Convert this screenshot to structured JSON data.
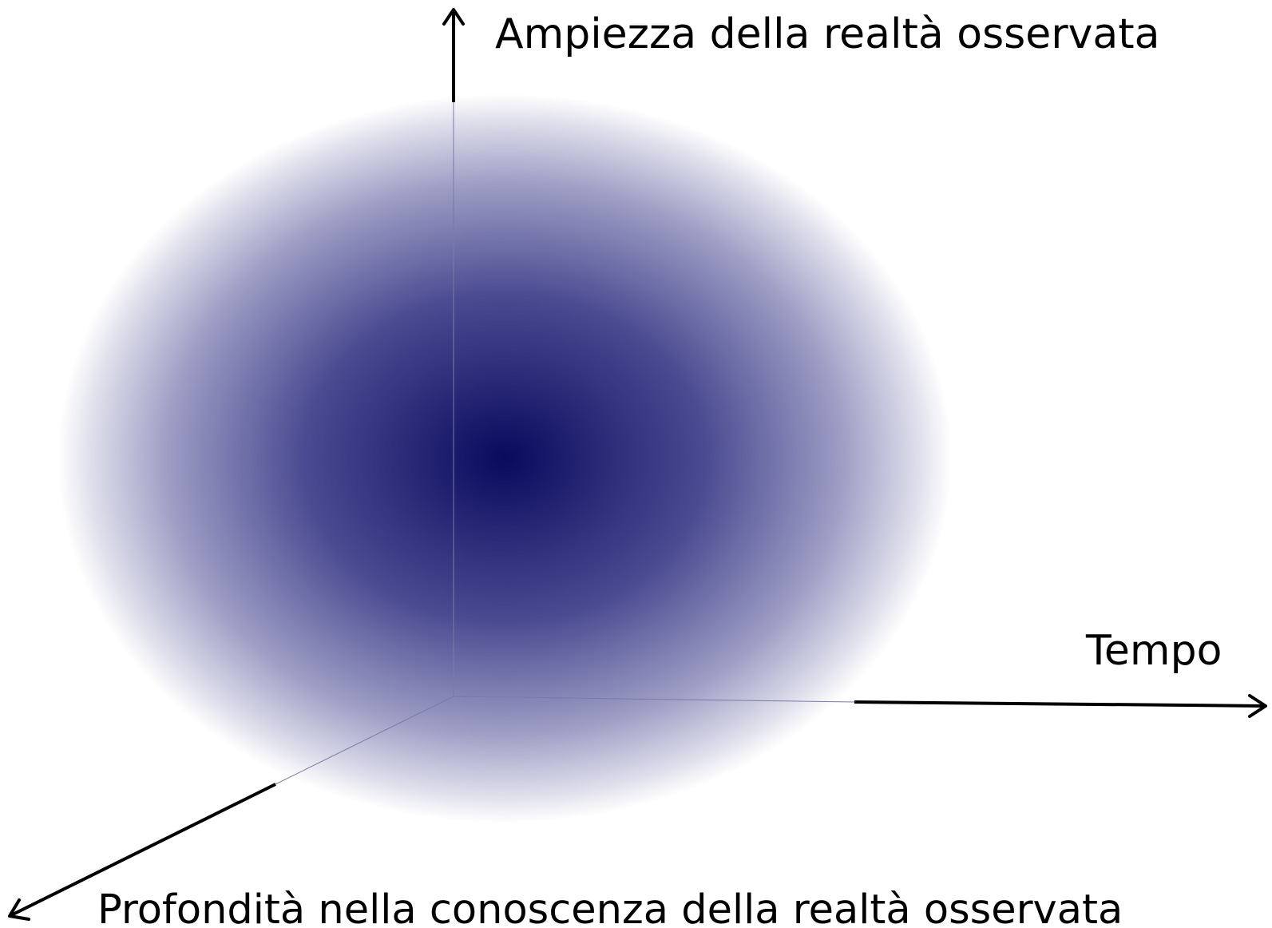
{
  "diagram": {
    "labels": {
      "vertical_axis": "Ampiezza della realtà osservata",
      "horizontal_axis": "Tempo",
      "depth_axis": "Profondità nella conoscenza della realtà osservata"
    },
    "colors": {
      "sphere_center": "#0a0a5e",
      "sphere_edge": "#ffffff",
      "axis": "#000000",
      "text": "#000000"
    }
  }
}
